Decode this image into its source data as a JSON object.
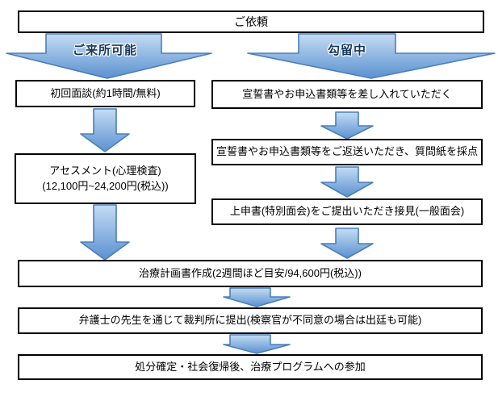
{
  "colors": {
    "arrow_fill_top": "#c4dcf4",
    "arrow_fill_bottom": "#5b91d0",
    "arrow_border": "#4a7ebb",
    "box_border": "#000000",
    "branch_label_color": "#17365d",
    "background": "#ffffff"
  },
  "flow": {
    "start": {
      "label": "ご依頼"
    },
    "left_branch": {
      "label": "ご来所可能",
      "step1": {
        "label": "初回面談(約1時間/無料)"
      },
      "step2": {
        "line1": "アセスメント(心理検査)",
        "line2": "(12,100円~24,200円(税込))"
      }
    },
    "right_branch": {
      "label": "勾留中",
      "step1": {
        "label": "宣誓書やお申込書類等を差し入れていただく"
      },
      "step2": {
        "label": "宣誓書やお申込書類等をご返送いただき、質問紙を採点"
      },
      "step3": {
        "label": "上申書(特別面会)をご提出いただき接見(一般面会)"
      }
    },
    "merged": {
      "step1": {
        "label": "治療計画書作成(2週間ほど目安/94,600円(税込))"
      },
      "step2": {
        "label": "弁護士の先生を通じて裁判所に提出(検察官が不同意の場合は出廷も可能)"
      },
      "step3": {
        "label": "処分確定・社会復帰後、治療プログラムへの参加"
      }
    }
  }
}
